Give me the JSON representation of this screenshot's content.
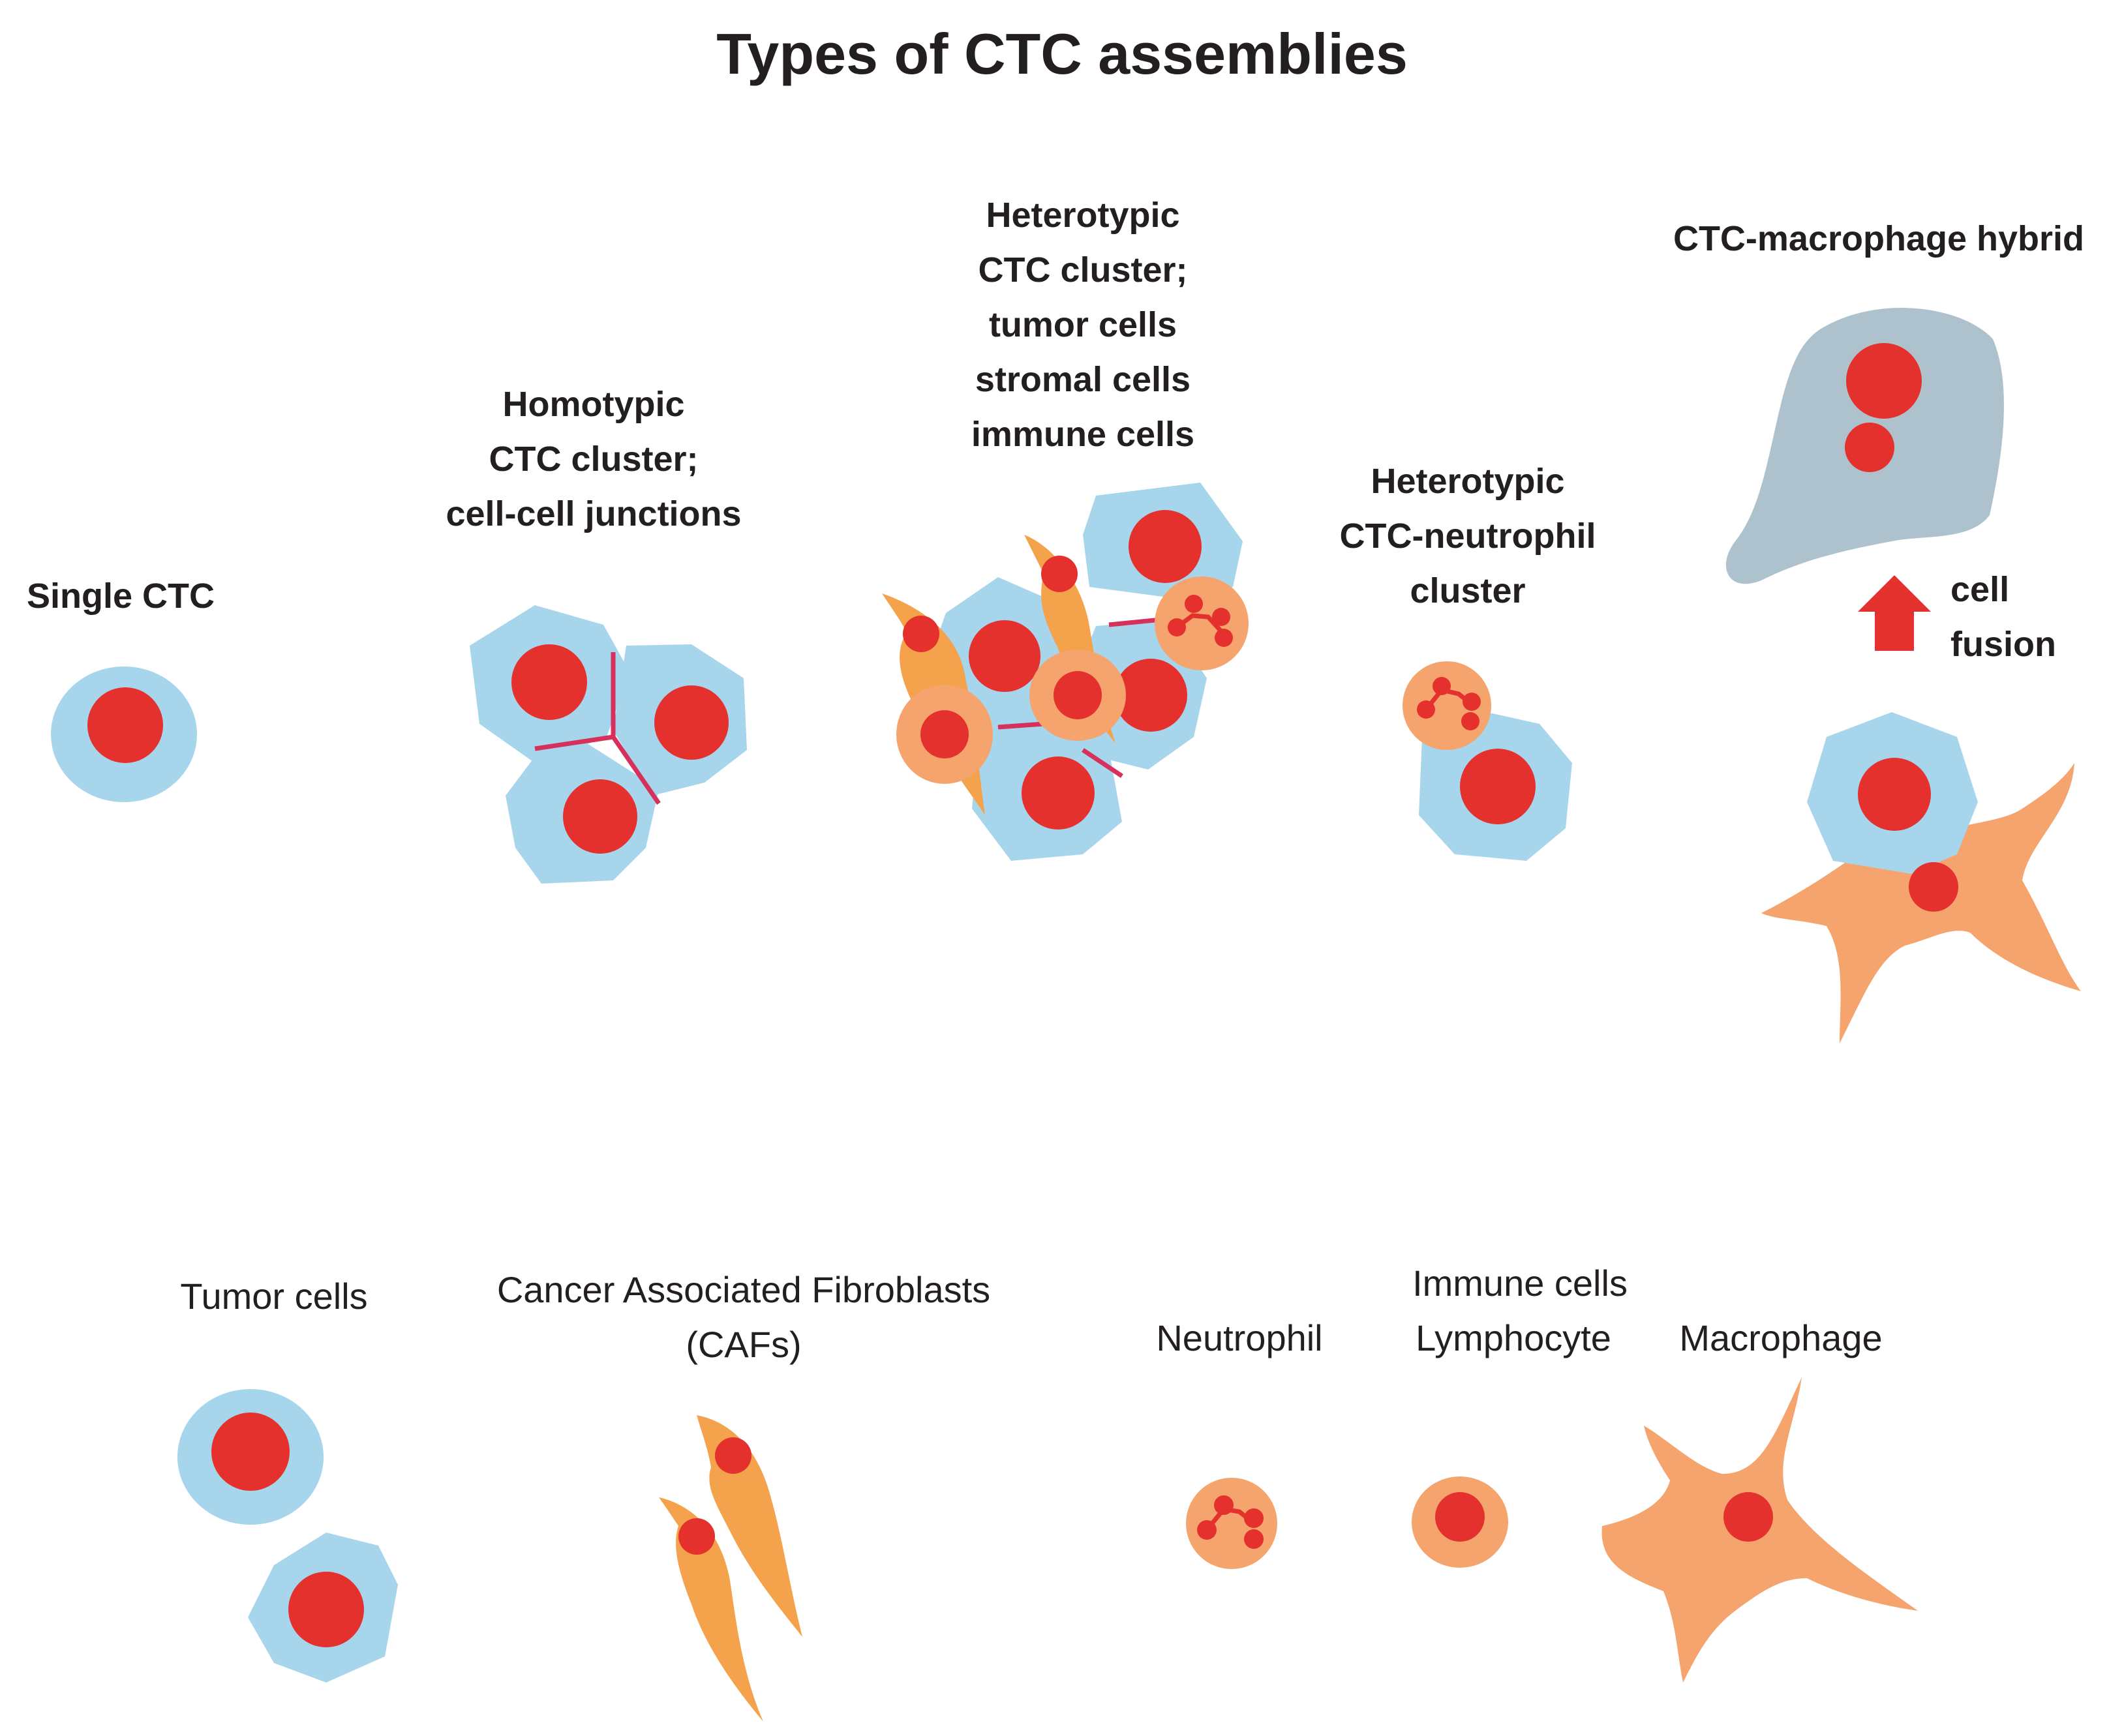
{
  "title": "Types of CTC assemblies",
  "assemblies": {
    "single": {
      "lines": [
        "Single CTC"
      ]
    },
    "homotypic": {
      "lines": [
        "Homotypic",
        "CTC cluster;",
        "cell-cell junctions"
      ]
    },
    "heterotypic": {
      "lines": [
        "Heterotypic",
        "CTC cluster;",
        "tumor cells",
        "stromal cells",
        "immune cells"
      ]
    },
    "neutrophil_cluster": {
      "lines": [
        "Heterotypic",
        "CTC-neutrophil",
        "cluster"
      ]
    },
    "hybrid": {
      "lines": [
        "CTC-macrophage hybrid"
      ]
    },
    "fusion": {
      "lines": [
        "cell",
        "fusion"
      ]
    }
  },
  "legend": {
    "tumor": {
      "lines": [
        "Tumor cells"
      ]
    },
    "caf": {
      "lines": [
        "Cancer Associated Fibroblasts",
        "(CAFs)"
      ]
    },
    "neutrophil": {
      "lines": [
        "Neutrophil"
      ]
    },
    "immune_header": {
      "lines": [
        "Immune cells"
      ]
    },
    "lymphocyte": {
      "lines": [
        "Lymphocyte"
      ]
    },
    "macrophage": {
      "lines": [
        "Macrophage"
      ]
    }
  },
  "colors": {
    "tumor_cytoplasm": "#a6d5ec",
    "nucleus": "#e5312e",
    "fibroblast": "#f4a34c",
    "immune_cell": "#f5a46e",
    "hybrid_cytoplasm": "#aec2cd",
    "junction": "#d6315d",
    "arrow": "#e5312e",
    "text": "#231f20"
  }
}
